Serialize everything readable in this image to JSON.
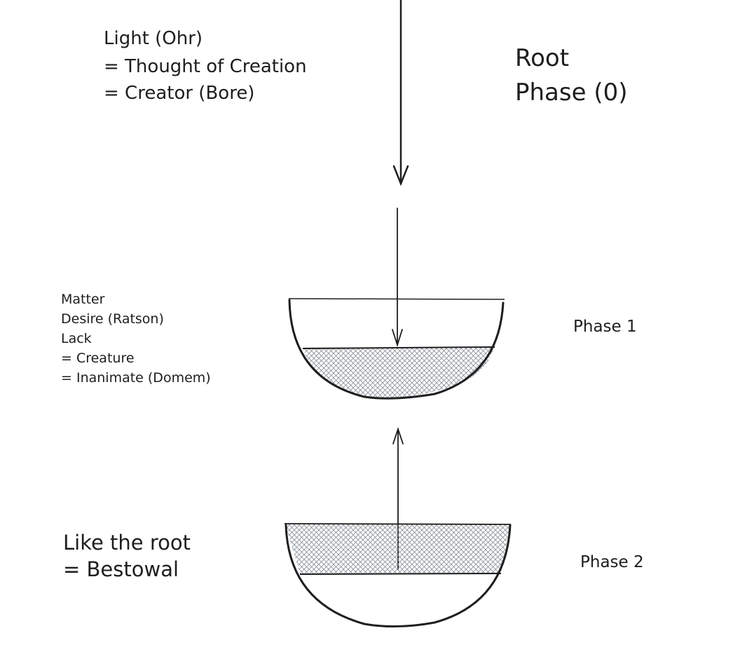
{
  "root_note": {
    "lines": [
      "Light (Ohr)",
      "= Thought of Creation",
      "= Creator (Bore)"
    ]
  },
  "root_phase": {
    "line1": "Root",
    "line2": "Phase (0)"
  },
  "phase1": {
    "label": "Phase 1",
    "note_lines": [
      "Matter",
      "Desire (Ratson)",
      "Lack",
      "= Creature",
      "= Inanimate (Domem)"
    ]
  },
  "phase2": {
    "label": "Phase 2",
    "note_lines": [
      "Like the root",
      "= Bestowal"
    ]
  },
  "colors": {
    "stroke": "#1e1e1e",
    "hatch": "#868e96"
  }
}
